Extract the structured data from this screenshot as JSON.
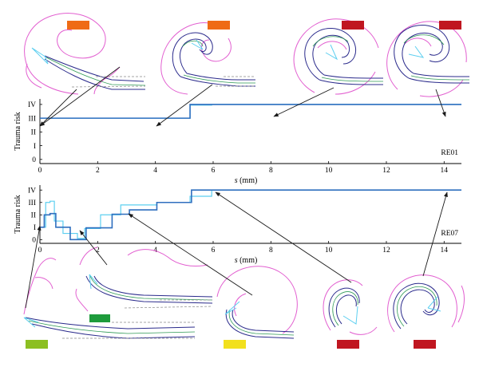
{
  "colors": {
    "line_dark": "#2f6fbf",
    "line_light": "#5ccff0",
    "tube_outline": "#2b2b8c",
    "cochlea": "#e25fd0",
    "midline": "#2f9a55",
    "arrow": "#1a1a1a"
  },
  "chart_data": [
    {
      "id": "RE01",
      "type": "line",
      "name": "RE01",
      "xlabel_var": "s",
      "xlabel_unit": "(mm)",
      "ylabel": "Trauma risk",
      "xlim": [
        0,
        14.6
      ],
      "ylim": [
        -0.3,
        4.4
      ],
      "xticks": [
        0,
        2,
        4,
        6,
        8,
        10,
        12,
        14
      ],
      "yticks": [
        {
          "v": 0,
          "label": "0"
        },
        {
          "v": 1,
          "label": "I"
        },
        {
          "v": 2,
          "label": "II"
        },
        {
          "v": 3,
          "label": "III"
        },
        {
          "v": 4,
          "label": "IV"
        }
      ],
      "grid": false,
      "series": [
        {
          "style": "light",
          "x": [
            0,
            5.2,
            5.2,
            5.95,
            5.95,
            14.6
          ],
          "y": [
            3,
            3,
            3.95,
            3.95,
            4,
            4
          ]
        },
        {
          "style": "dark",
          "x": [
            0,
            5.2,
            5.2,
            14.6
          ],
          "y": [
            3,
            3,
            4,
            4
          ]
        }
      ]
    },
    {
      "id": "RE07",
      "type": "line",
      "name": "RE07",
      "xlabel_var": "s",
      "xlabel_unit": "(mm)",
      "ylabel": "Trauma risk",
      "xlim": [
        0,
        14.6
      ],
      "ylim": [
        -0.3,
        4.4
      ],
      "xticks": [
        0,
        2,
        4,
        6,
        8,
        10,
        12,
        14
      ],
      "yticks": [
        {
          "v": 0,
          "label": "0"
        },
        {
          "v": 1,
          "label": "I"
        },
        {
          "v": 2,
          "label": "II"
        },
        {
          "v": 3,
          "label": "III"
        },
        {
          "v": 4,
          "label": "IV"
        }
      ],
      "grid": false,
      "series": [
        {
          "style": "light",
          "x": [
            0,
            0.2,
            0.2,
            0.35,
            0.35,
            0.5,
            0.5,
            0.8,
            0.8,
            1.3,
            1.3,
            1.55,
            1.55,
            2.1,
            2.1,
            2.8,
            2.8,
            4.05,
            4.05,
            5.2,
            5.2,
            5.95,
            5.95,
            14.6
          ],
          "y": [
            1,
            1,
            3,
            3,
            3.1,
            3.1,
            1.5,
            1.5,
            0.5,
            0.5,
            0.1,
            0.1,
            0.9,
            0.9,
            2,
            2,
            2.8,
            2.8,
            3,
            3,
            3.5,
            3.5,
            4,
            4
          ]
        },
        {
          "style": "dark",
          "x": [
            0,
            0.15,
            0.15,
            0.35,
            0.35,
            0.55,
            0.55,
            1.05,
            1.05,
            1.6,
            1.6,
            2.5,
            2.5,
            3.1,
            3.1,
            4.05,
            4.05,
            5.25,
            5.25,
            14.6
          ],
          "y": [
            1,
            1,
            2,
            2,
            2.1,
            2.1,
            1,
            1,
            0,
            0,
            0.95,
            0.95,
            2.05,
            2.05,
            2.4,
            2.4,
            3,
            3,
            4,
            4
          ]
        }
      ]
    }
  ],
  "insets_top": [
    {
      "id": "top1",
      "color": "#ef6b15"
    },
    {
      "id": "top2",
      "color": "#ef6b15"
    },
    {
      "id": "top3",
      "color": "#c01620"
    },
    {
      "id": "top4",
      "color": "#c01620"
    }
  ],
  "insets_bottom": [
    {
      "id": "bot1",
      "color": "#8cbf22"
    },
    {
      "id": "bot2",
      "color": "#1e9b3c"
    },
    {
      "id": "bot3",
      "color": "#f2e01d"
    },
    {
      "id": "bot4",
      "color": "#c01620"
    },
    {
      "id": "bot5",
      "color": "#c01620"
    }
  ]
}
